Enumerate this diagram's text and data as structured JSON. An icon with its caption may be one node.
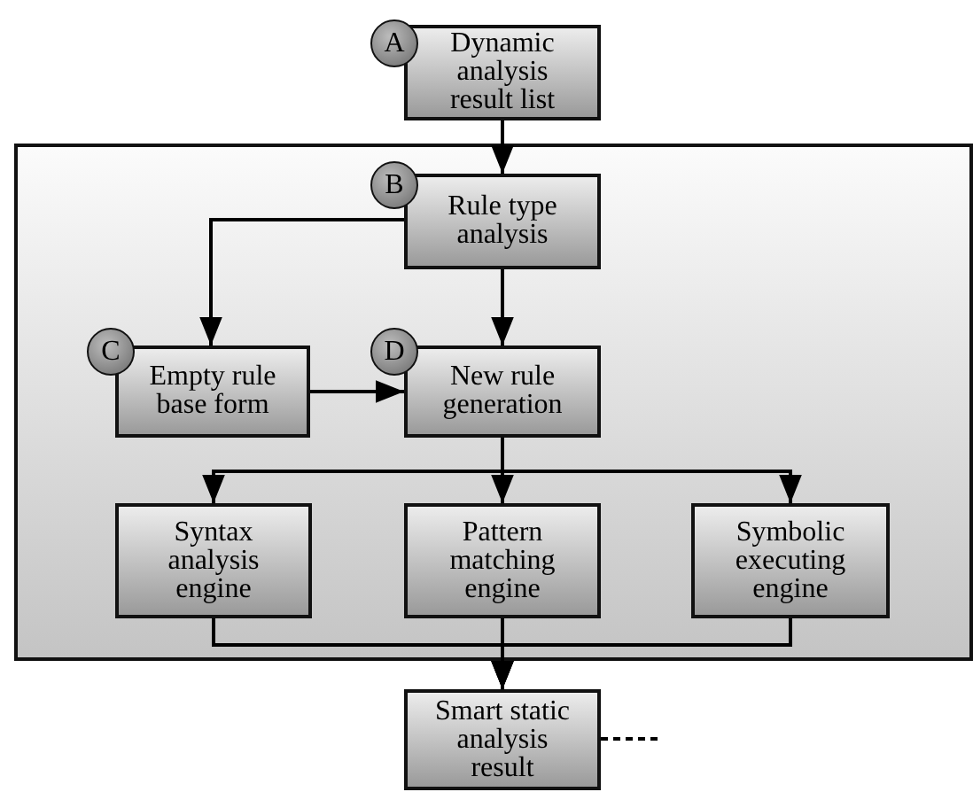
{
  "diagram": {
    "nodes": [
      {
        "text": [
          "A"
        ]
      },
      {
        "text": [
          "Dynamic analysis result list"
        ]
      },
      {
        "text": [],
        "shape": "box"
      },
      {
        "text": [
          "B"
        ],
        "in": 2
      },
      {
        "text": [
          "Rule type analysis"
        ],
        "in": 2
      },
      {
        "text": [
          "C"
        ],
        "in": 2
      },
      {
        "text": [
          "Empty rule base form"
        ],
        "in": 2
      },
      {
        "text": [
          "D"
        ],
        "in": 2
      },
      {
        "text": [
          "New rule generation"
        ],
        "in": 2
      },
      {
        "text": [
          "Syntax analysis engine"
        ],
        "in": 2
      },
      {
        "text": [
          "Pattern matching engine"
        ],
        "in": 2
      },
      {
        "text": [
          "Symbolic executing engine"
        ],
        "in": 2
      },
      {
        "text": [
          "Smart static analysis result"
        ]
      }
    ],
    "edges": [
      {
        "from": 1,
        "to": 4,
        "arrow": "to"
      },
      {
        "from": 4,
        "to": 6,
        "arrow": "to"
      },
      {
        "from": 4,
        "to": 8,
        "arrow": "to"
      },
      {
        "from": 6,
        "to": 8,
        "arrow": "to"
      },
      {
        "from": 8,
        "to": 9,
        "arrow": "to"
      },
      {
        "from": 8,
        "to": 10,
        "arrow": "to"
      },
      {
        "from": 8,
        "to": 11,
        "arrow": "to"
      },
      {
        "from": 9,
        "to": 12,
        "arrow": "to"
      },
      {
        "from": 10,
        "to": 12,
        "arrow": "to"
      },
      {
        "from": 11,
        "to": 12,
        "arrow": "to"
      },
      {
        "from": 12,
        "to": null,
        "arrow": "none",
        "style": "dashed"
      }
    ]
  }
}
